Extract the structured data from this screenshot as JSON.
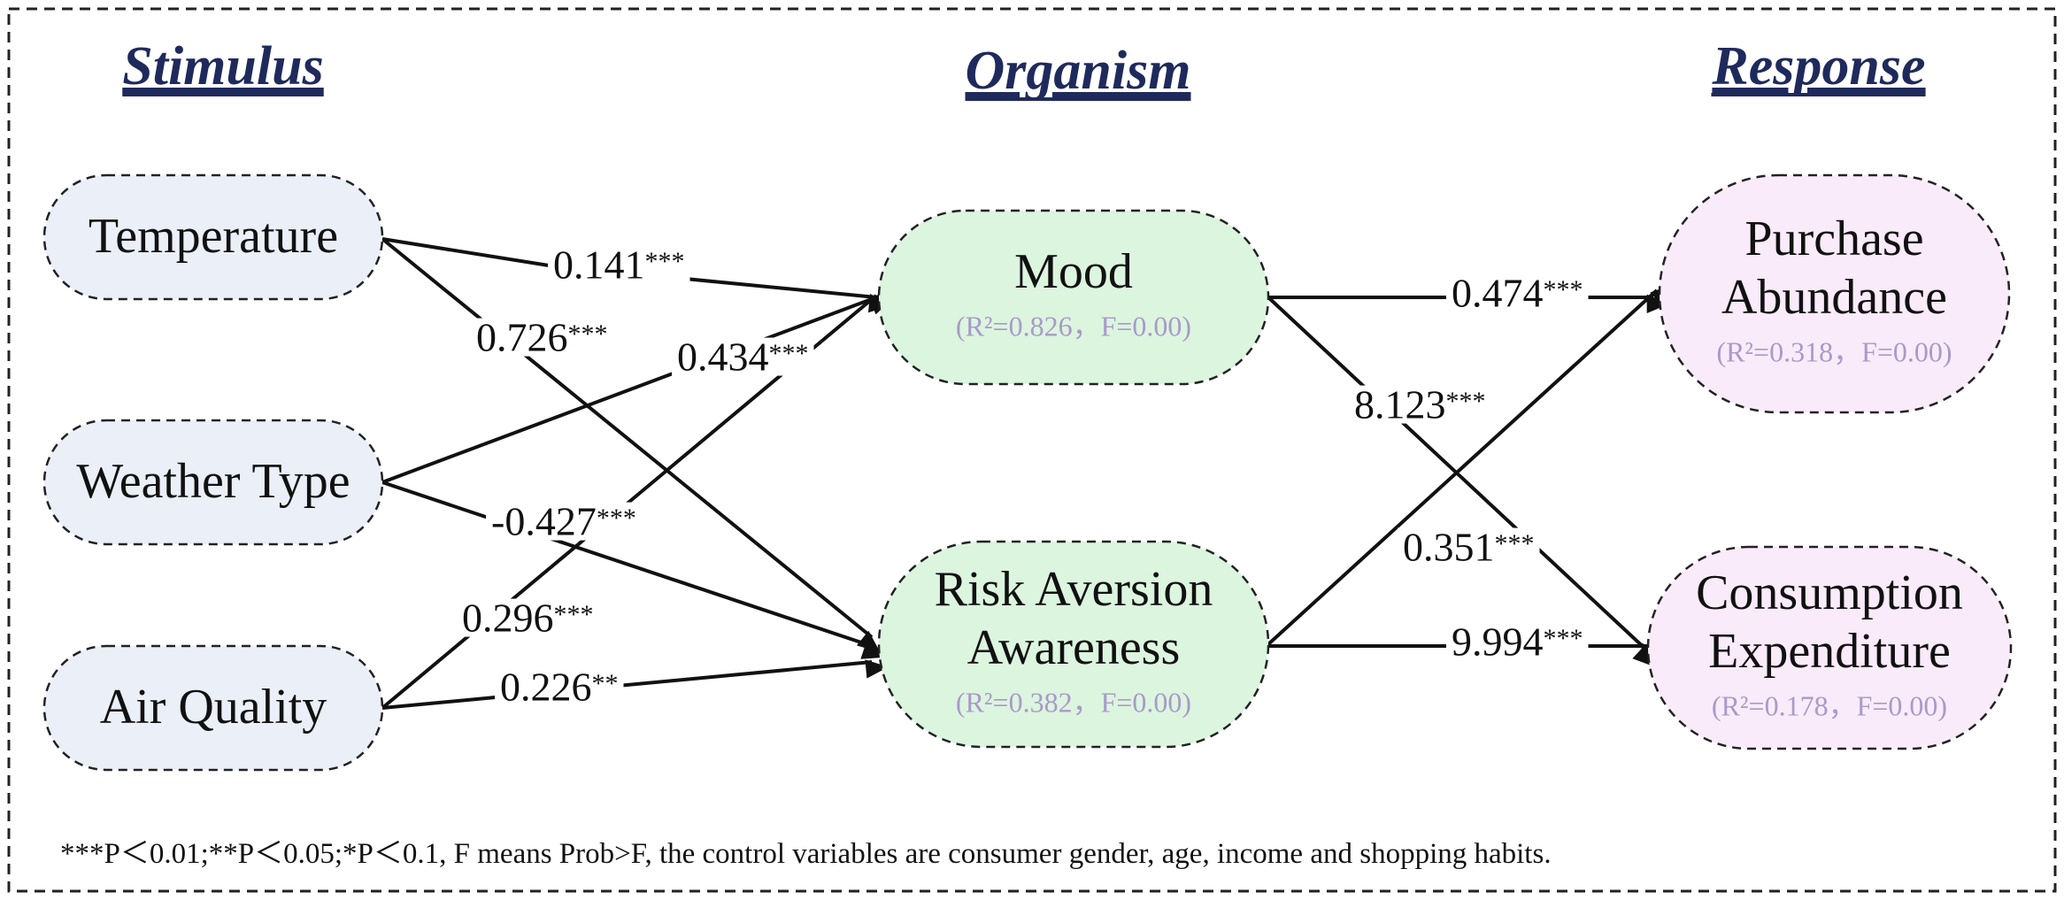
{
  "headers": {
    "stimulus": "Stimulus",
    "organism": "Organism",
    "response": "Response"
  },
  "nodes": {
    "temperature": {
      "lines": [
        "Temperature"
      ],
      "stats": "",
      "fill": "#eaeff8"
    },
    "weather": {
      "lines": [
        "Weather Type"
      ],
      "stats": "",
      "fill": "#eaeff8"
    },
    "air": {
      "lines": [
        "Air Quality"
      ],
      "stats": "",
      "fill": "#eaeff8"
    },
    "mood": {
      "lines": [
        "Mood"
      ],
      "stats": "(R²=0.826，F=0.00)",
      "fill": "#dcf5df"
    },
    "risk": {
      "lines": [
        "Risk Aversion",
        "Awareness"
      ],
      "stats": "(R²=0.382，F=0.00)",
      "fill": "#dcf5df"
    },
    "purchase": {
      "lines": [
        "Purchase",
        "Abundance"
      ],
      "stats": "(R²=0.318，F=0.00)",
      "fill": "#faebfa"
    },
    "consumption": {
      "lines": [
        "Consumption",
        "Expenditure"
      ],
      "stats": "(R²=0.178，F=0.00)",
      "fill": "#faebfa"
    }
  },
  "edges": [
    {
      "from": "temperature",
      "to": "mood",
      "coef": "0.141",
      "sig": "***"
    },
    {
      "from": "temperature",
      "to": "risk",
      "coef": "0.726",
      "sig": "***"
    },
    {
      "from": "weather",
      "to": "mood",
      "coef": "0.434",
      "sig": "***"
    },
    {
      "from": "weather",
      "to": "risk",
      "coef": "-0.427",
      "sig": "***"
    },
    {
      "from": "air",
      "to": "mood",
      "coef": "0.296",
      "sig": "***"
    },
    {
      "from": "air",
      "to": "risk",
      "coef": "0.226",
      "sig": "**"
    },
    {
      "from": "mood",
      "to": "purchase",
      "coef": "0.474",
      "sig": "***"
    },
    {
      "from": "mood",
      "to": "consumption",
      "coef": "8.123",
      "sig": "***"
    },
    {
      "from": "risk",
      "to": "purchase",
      "coef": "0.351",
      "sig": "***"
    },
    {
      "from": "risk",
      "to": "consumption",
      "coef": "9.994",
      "sig": "***"
    }
  ],
  "footnote": "***P＜0.01;**P＜0.05;*P＜0.1, F means Prob>F, the control variables are consumer gender, age, income and shopping habits.",
  "colors": {
    "header": "#1f2a5c",
    "stats": "#a99ac8",
    "stimulus_fill": "#eaeff8",
    "organism_fill": "#dcf5df",
    "response_fill": "#faebfa"
  }
}
